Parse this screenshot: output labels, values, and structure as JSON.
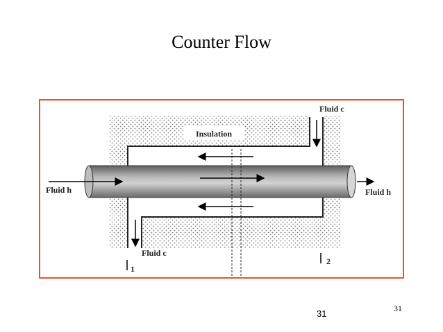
{
  "slide": {
    "title": "Counter Flow",
    "page_number_center": "31",
    "page_number_right": "31"
  },
  "diagram": {
    "labels": {
      "insulation": "Insulation",
      "fluid_h_in": "Fluid  h",
      "fluid_h_out": "Fluid  h",
      "fluid_c_in": "Fluid  c",
      "fluid_c_out": "Fluid  c",
      "station_1": "1",
      "station_2": "2"
    },
    "colors": {
      "frame_border": "#e8542a",
      "pipe_dark": "#6e6e6e",
      "pipe_light": "#c8c8c8"
    }
  }
}
